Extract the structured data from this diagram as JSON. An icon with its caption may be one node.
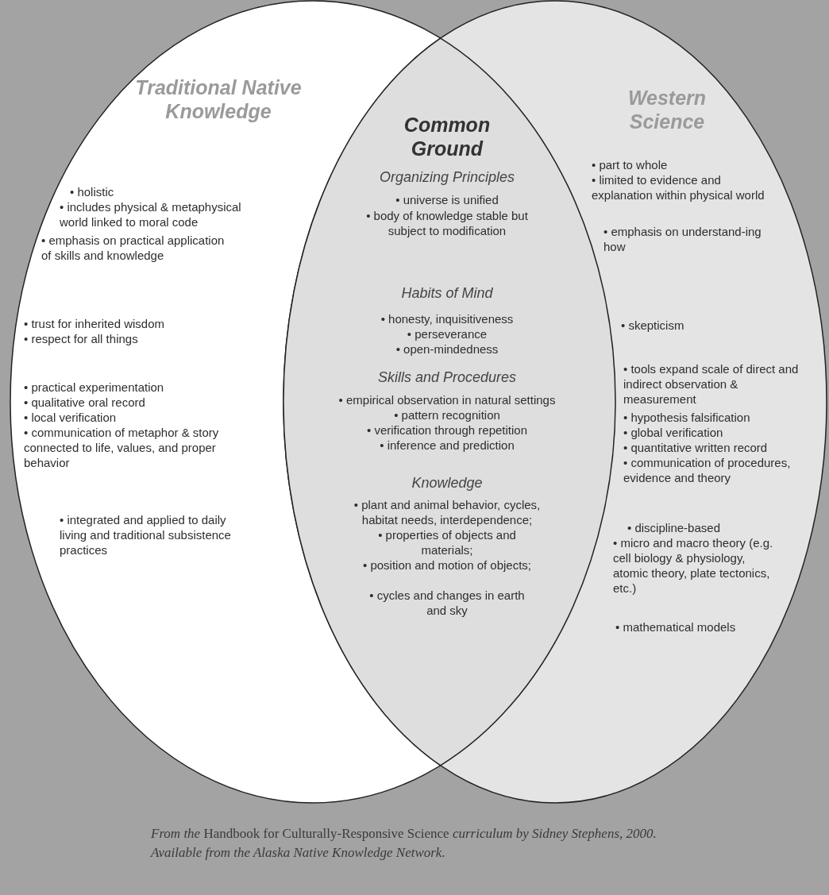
{
  "diagram": {
    "nodes": [
      {
        "text": [
          "Traditional Native Knowledge",
          "• holistic",
          "• includes physical & metaphysical world linked to moral code",
          "• emphasis on practical application of skills and knowledge",
          "• trust for inherited wisdom",
          "• respect for all things",
          "• practical experimentation",
          "• qualitative oral record",
          "• local verification",
          "• communication of metaphor & story connected to life, values, and proper behavior",
          "• integrated and applied to daily living and traditional subsistence practices"
        ]
      },
      {
        "text": [
          "Western Science",
          "• part to whole",
          "• limited to evidence and explanation within physical world",
          "• emphasis on understand-ing how",
          "• skepticism",
          "• tools expand scale of direct and indirect observation & measurement",
          "• hypothesis falsification",
          "• global verification",
          "• quantitative written record",
          "• communication of procedures, evidence and theory",
          "• discipline-based",
          "• micro and macro theory (e.g. cell biology & physiology, atomic theory, plate tectonics, etc.)",
          "• mathematical models"
        ]
      },
      {
        "text": [
          "Common Ground",
          "Organizing Principles",
          "• universe is unified",
          "• body of knowledge stable but subject to modification",
          "Habits of Mind",
          "• honesty, inquisitiveness",
          "• perseverance",
          "• open-mindedness",
          "Skills and Procedures",
          "• empirical observation in natural settings",
          "• pattern recognition",
          "• verification through repetition",
          "• inference and prediction",
          "Knowledge",
          "• plant and animal behavior, cycles, habitat needs, interdependence;",
          "• properties of objects and materials;",
          "• position and motion of objects;",
          "• cycles and changes in earth and sky"
        ]
      }
    ],
    "caption": "*From the* Handbook for Culturally-Responsive Science *curriculum by Sidney Stephens, 2000. Available from the Alaska Native Knowledge Network.*"
  }
}
